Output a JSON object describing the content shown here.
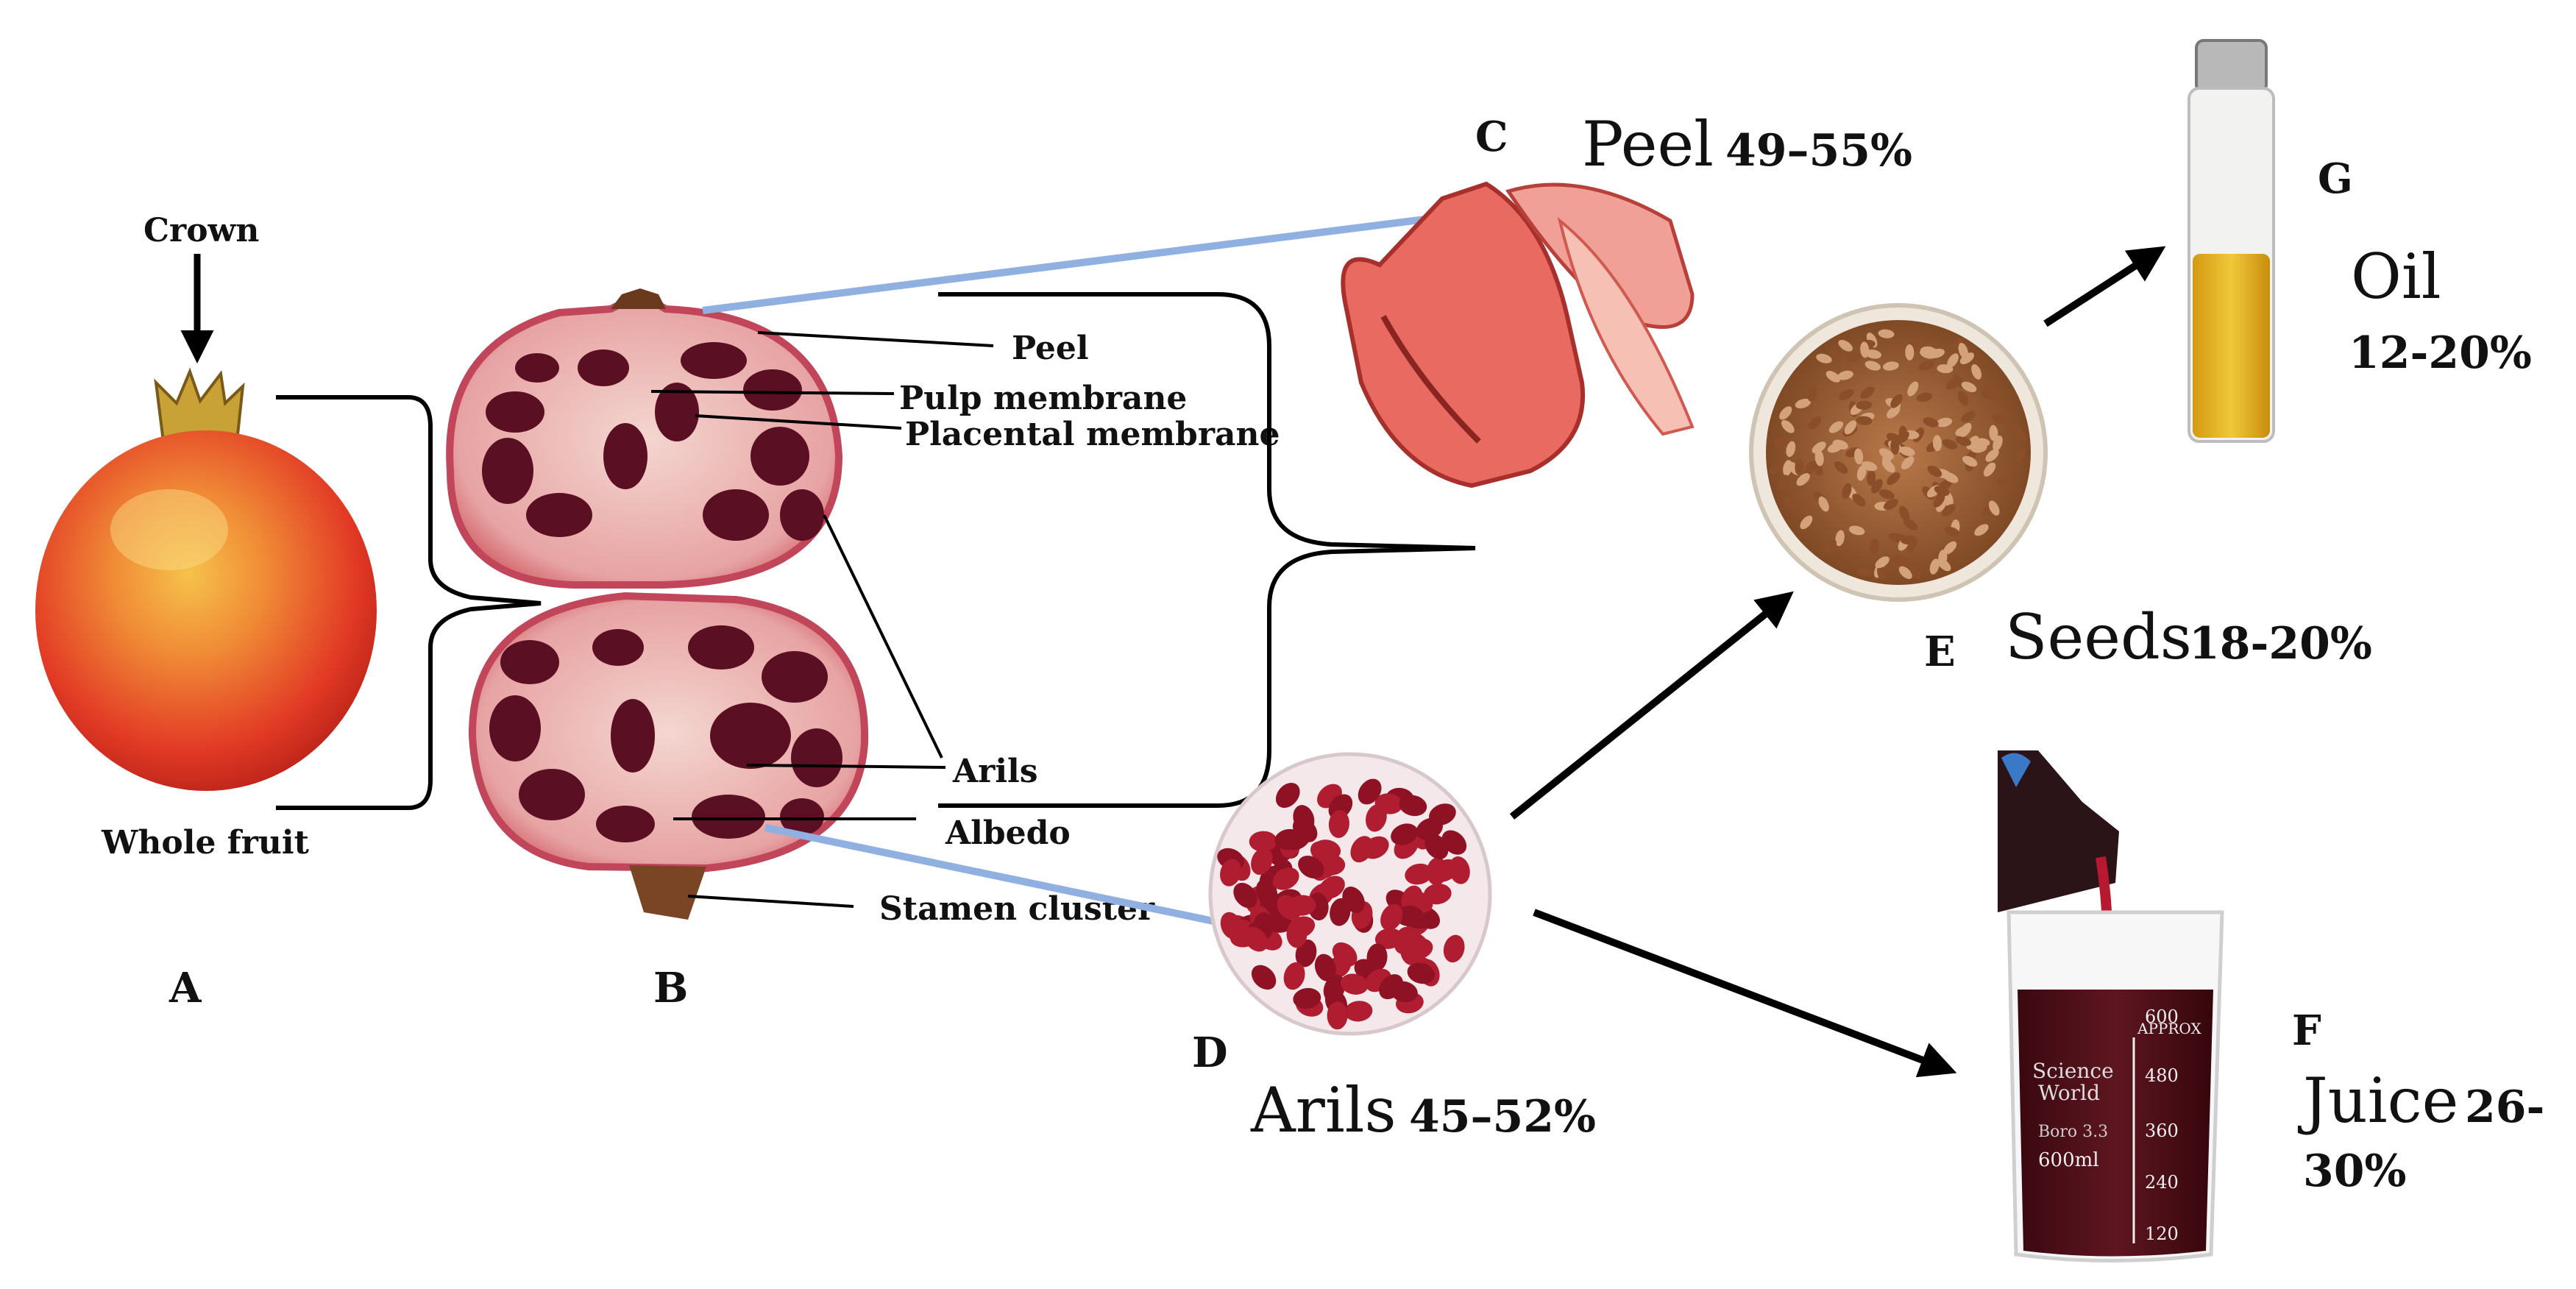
{
  "figure": {
    "panels": {
      "A": {
        "letter": "A",
        "crown_label": "Crown",
        "whole_label": "Whole fruit"
      },
      "B": {
        "letter": "B",
        "labels": {
          "peel": "Peel",
          "pulp": "Pulp membrane",
          "placental": "Placental membrane",
          "arils": "Arils",
          "albedo": "Albedo",
          "stamen": "Stamen cluster"
        }
      },
      "C": {
        "letter": "C",
        "name": "Peel",
        "pct": "49–55%"
      },
      "D": {
        "letter": "D",
        "name": "Arils",
        "pct": "45–52%"
      },
      "E": {
        "letter": "E",
        "name": "Seeds",
        "pct": "18-20%"
      },
      "F": {
        "letter": "F",
        "name": "Juice",
        "pct_line1": "26-",
        "pct_line2": "30%",
        "beaker_text": {
          "brand1": "Science",
          "brand2": "World",
          "model": "Boro 3.3",
          "volume": "600ml",
          "approx": "APPROX",
          "ticks": [
            "600",
            "480",
            "360",
            "240",
            "120"
          ]
        }
      },
      "G": {
        "letter": "G",
        "name": "Oil",
        "pct": "12-20%"
      }
    },
    "colors": {
      "arrow_blue": "#8fb0e0",
      "arrow_black": "#000000",
      "pomegranate_red": "#e83a2a",
      "aril_dark": "#5a1022",
      "seed_brown": "#a0623a",
      "oil_yellow": "#e0b020",
      "juice_dark": "#4a0c14"
    }
  }
}
